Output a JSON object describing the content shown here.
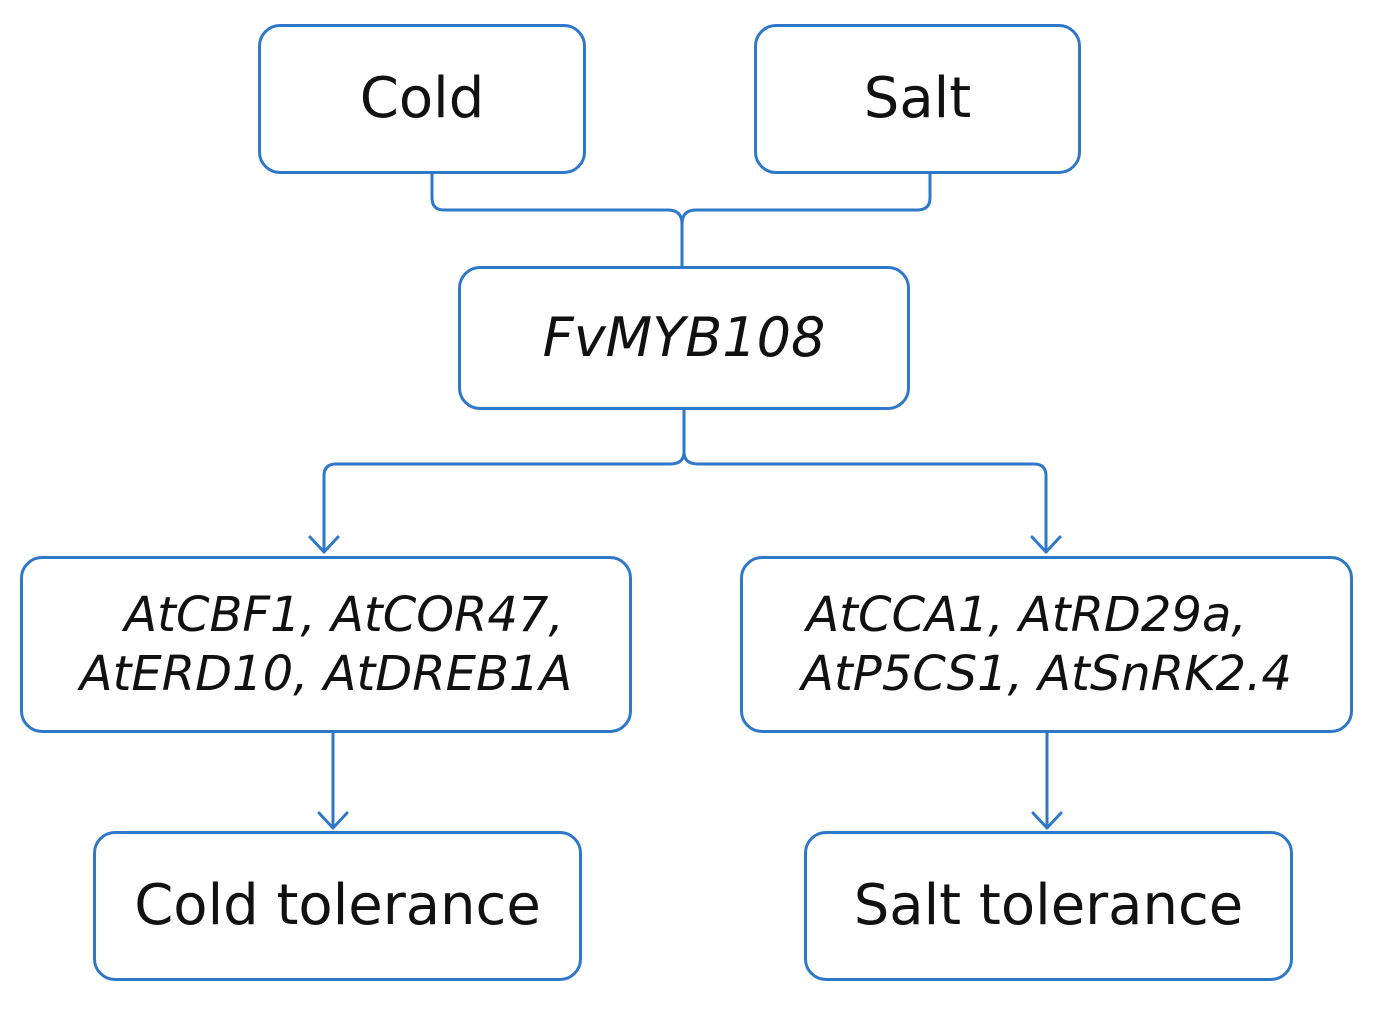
{
  "nodes": {
    "cold": "Cold",
    "salt": "Salt",
    "regulator": "FvMYB108",
    "cold_genes": {
      "line1": "AtCBF1, AtCOR47,",
      "line2": "AtERD10, AtDREB1A"
    },
    "salt_genes": {
      "line1": "AtCCA1, AtRD29a,",
      "line2": "AtP5CS1, AtSnRK2.4"
    },
    "cold_tolerance": "Cold tolerance",
    "salt_tolerance": "Salt tolerance"
  },
  "colors": {
    "stroke": "#2f78c8",
    "text": "#111111"
  }
}
